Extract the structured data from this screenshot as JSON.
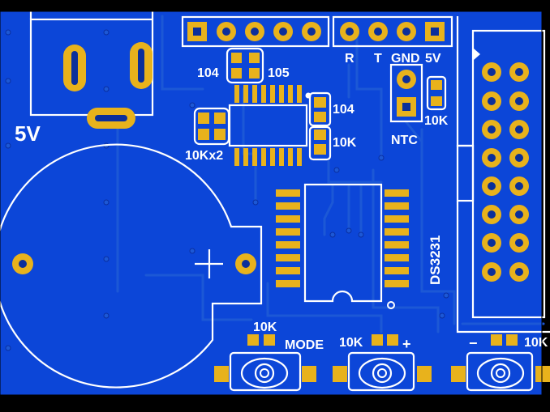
{
  "colors": {
    "background": "#000000",
    "board": "#0c46d8",
    "copper_fill": "#1c58d6",
    "pad": "#e8b21c",
    "silkscreen": "#ffffff"
  },
  "labels": {
    "power": "5V",
    "cap_104_a": "104",
    "cap_105": "105",
    "cap_104_b": "104",
    "res_10k_a": "10K",
    "res_10k_x2": "10Kx2",
    "hdr_r": "R",
    "hdr_t": "T",
    "hdr_gnd": "GND",
    "hdr_5v": "5V",
    "ntc": "NTC",
    "ntc_res": "10K",
    "rtc_chip": "DS3231",
    "btn_res_1": "10K",
    "btn_mode": "MODE",
    "btn_res_2": "10K",
    "btn_plus": "+",
    "btn_minus": "−",
    "btn_res_3": "10K",
    "battery_plus": "+"
  }
}
